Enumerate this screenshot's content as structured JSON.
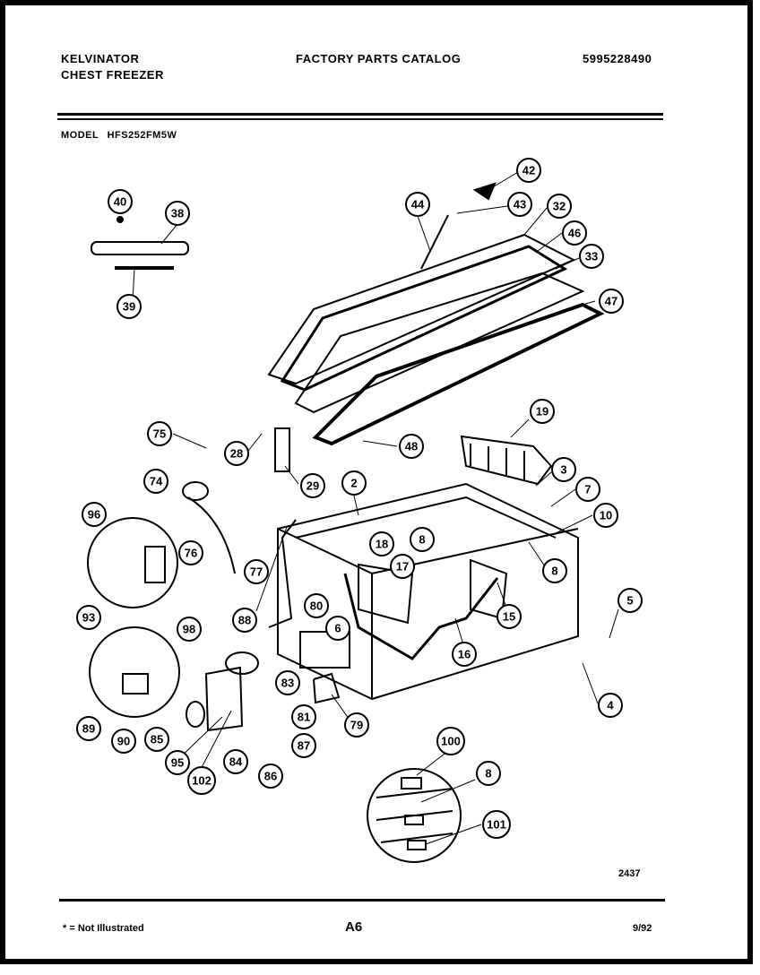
{
  "header": {
    "brand": "KELVINATOR",
    "product": "CHEST FREEZER",
    "catalog_title": "FACTORY PARTS CATALOG",
    "catalog_number": "5995228490",
    "model_label": "MODEL",
    "model_number": "HFS252FM5W"
  },
  "diagram": {
    "drawing_number": "2437",
    "callouts": [
      "40",
      "38",
      "39",
      "42",
      "44",
      "43",
      "32",
      "46",
      "33",
      "47",
      "19",
      "75",
      "28",
      "29",
      "48",
      "3",
      "7",
      "10",
      "2",
      "74",
      "96",
      "18",
      "8",
      "17",
      "76",
      "77",
      "88",
      "80",
      "6",
      "15",
      "8",
      "5",
      "93",
      "98",
      "16",
      "83",
      "81",
      "79",
      "4",
      "89",
      "90",
      "85",
      "95",
      "102",
      "84",
      "86",
      "87",
      "100",
      "8",
      "101"
    ]
  },
  "footer": {
    "note": "* = Not Illustrated",
    "page": "A6",
    "date": "9/92"
  }
}
